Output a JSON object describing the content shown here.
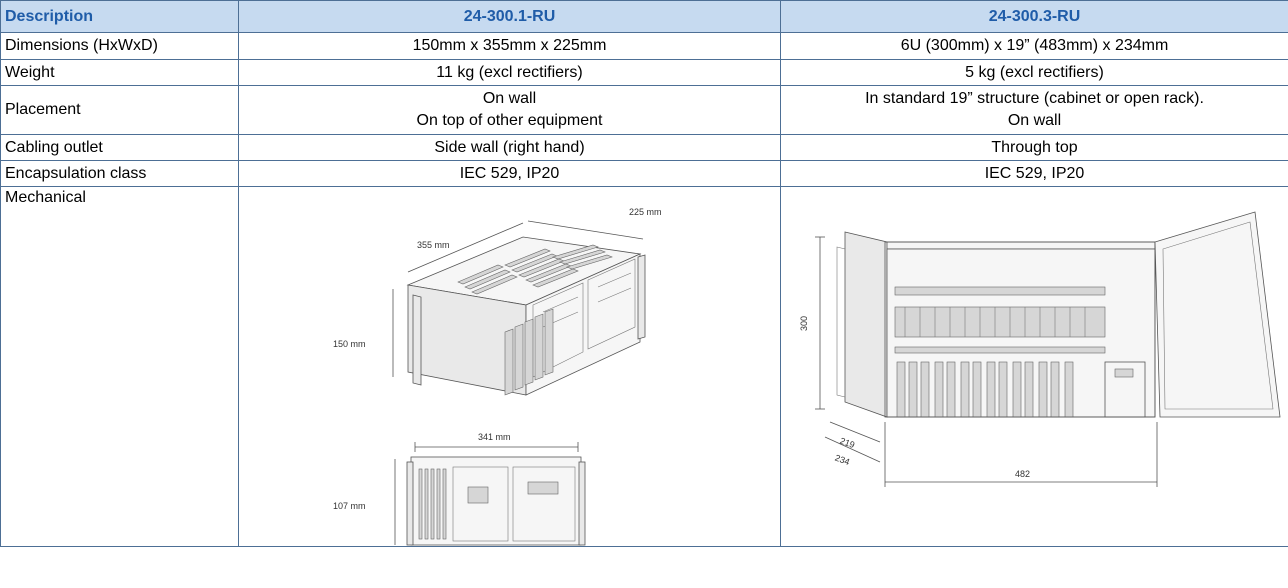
{
  "header": {
    "description": "Description",
    "model1": "24-300.1-RU",
    "model3": "24-300.3-RU"
  },
  "rows": [
    {
      "label": "Dimensions (HxWxD)",
      "model1": [
        "150mm x 355mm x 225mm"
      ],
      "model3": [
        "6U (300mm) x 19” (483mm) x 234mm"
      ]
    },
    {
      "label": "Weight",
      "model1": [
        "11 kg (excl rectifiers)"
      ],
      "model3": [
        "5 kg (excl rectifiers)"
      ]
    },
    {
      "label": "Placement",
      "model1": [
        "On wall",
        "On top of other equipment"
      ],
      "model3": [
        "In standard 19” structure (cabinet or open rack).",
        "On wall"
      ]
    },
    {
      "label": "Cabling outlet",
      "model1": [
        "Side wall (right hand)"
      ],
      "model3": [
        "Through top"
      ]
    },
    {
      "label": "Encapsulation class",
      "model1": [
        "IEC 529, IP20"
      ],
      "model3": [
        "IEC 529, IP20"
      ]
    },
    {
      "label": "Mechanical"
    }
  ],
  "drawing1": {
    "width_label": "355 mm",
    "depth_label": "225 mm",
    "height_label": "150 mm",
    "front_width_label": "341 mm",
    "front_height_label": "107 mm"
  },
  "drawing3": {
    "height_label": "300",
    "depth1_label": "219",
    "depth2_label": "234",
    "width_label": "482"
  }
}
